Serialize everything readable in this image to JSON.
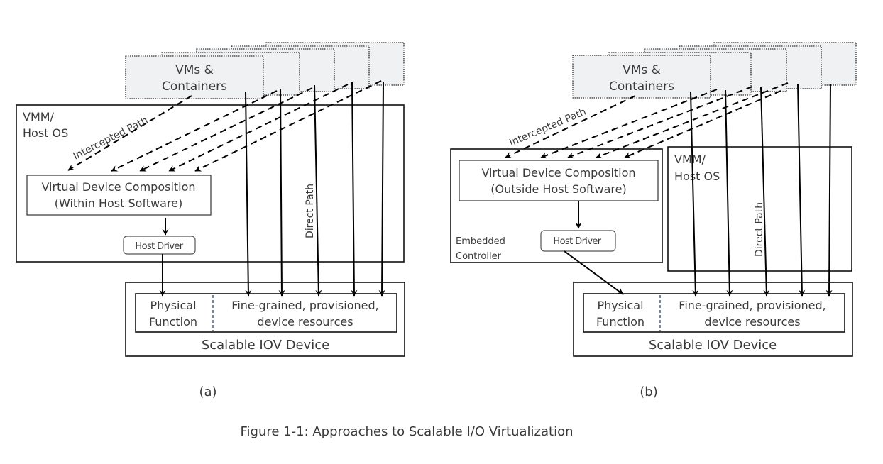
{
  "figure": {
    "caption": "Figure 1-1: Approaches to Scalable I/O Virtualization",
    "panels": [
      {
        "id": "a",
        "label": "(a)",
        "vms_label_line1": "VMs &",
        "vms_label_line2": "Containers",
        "vmm_label_line1": "VMM/",
        "vmm_label_line2": "Host OS",
        "intercepted_path_label": "Intercepted Path",
        "direct_path_label": "Direct Path",
        "composition_line1": "Virtual Device Composition",
        "composition_line2": "(Within Host Software)",
        "host_driver_label": "Host Driver",
        "physical_function_line1": "Physical",
        "physical_function_line2": "Function",
        "resources_line1": "Fine-grained, provisioned,",
        "resources_line2": "device resources",
        "device_label": "Scalable IOV Device"
      },
      {
        "id": "b",
        "label": "(b)",
        "vms_label_line1": "VMs &",
        "vms_label_line2": "Containers",
        "vmm_label_line1": "VMM/",
        "vmm_label_line2": "Host OS",
        "intercepted_path_label": "Intercepted Path",
        "direct_path_label": "Direct Path",
        "composition_line1": "Virtual Device Composition",
        "composition_line2": "(Outside Host Software)",
        "host_driver_label": "Host Driver",
        "embedded_controller_line1": "Embedded",
        "embedded_controller_line2": "Controller",
        "physical_function_line1": "Physical",
        "physical_function_line2": "Function",
        "resources_line1": "Fine-grained, provisioned,",
        "resources_line2": "device resources",
        "device_label": "Scalable IOV Device"
      }
    ]
  }
}
